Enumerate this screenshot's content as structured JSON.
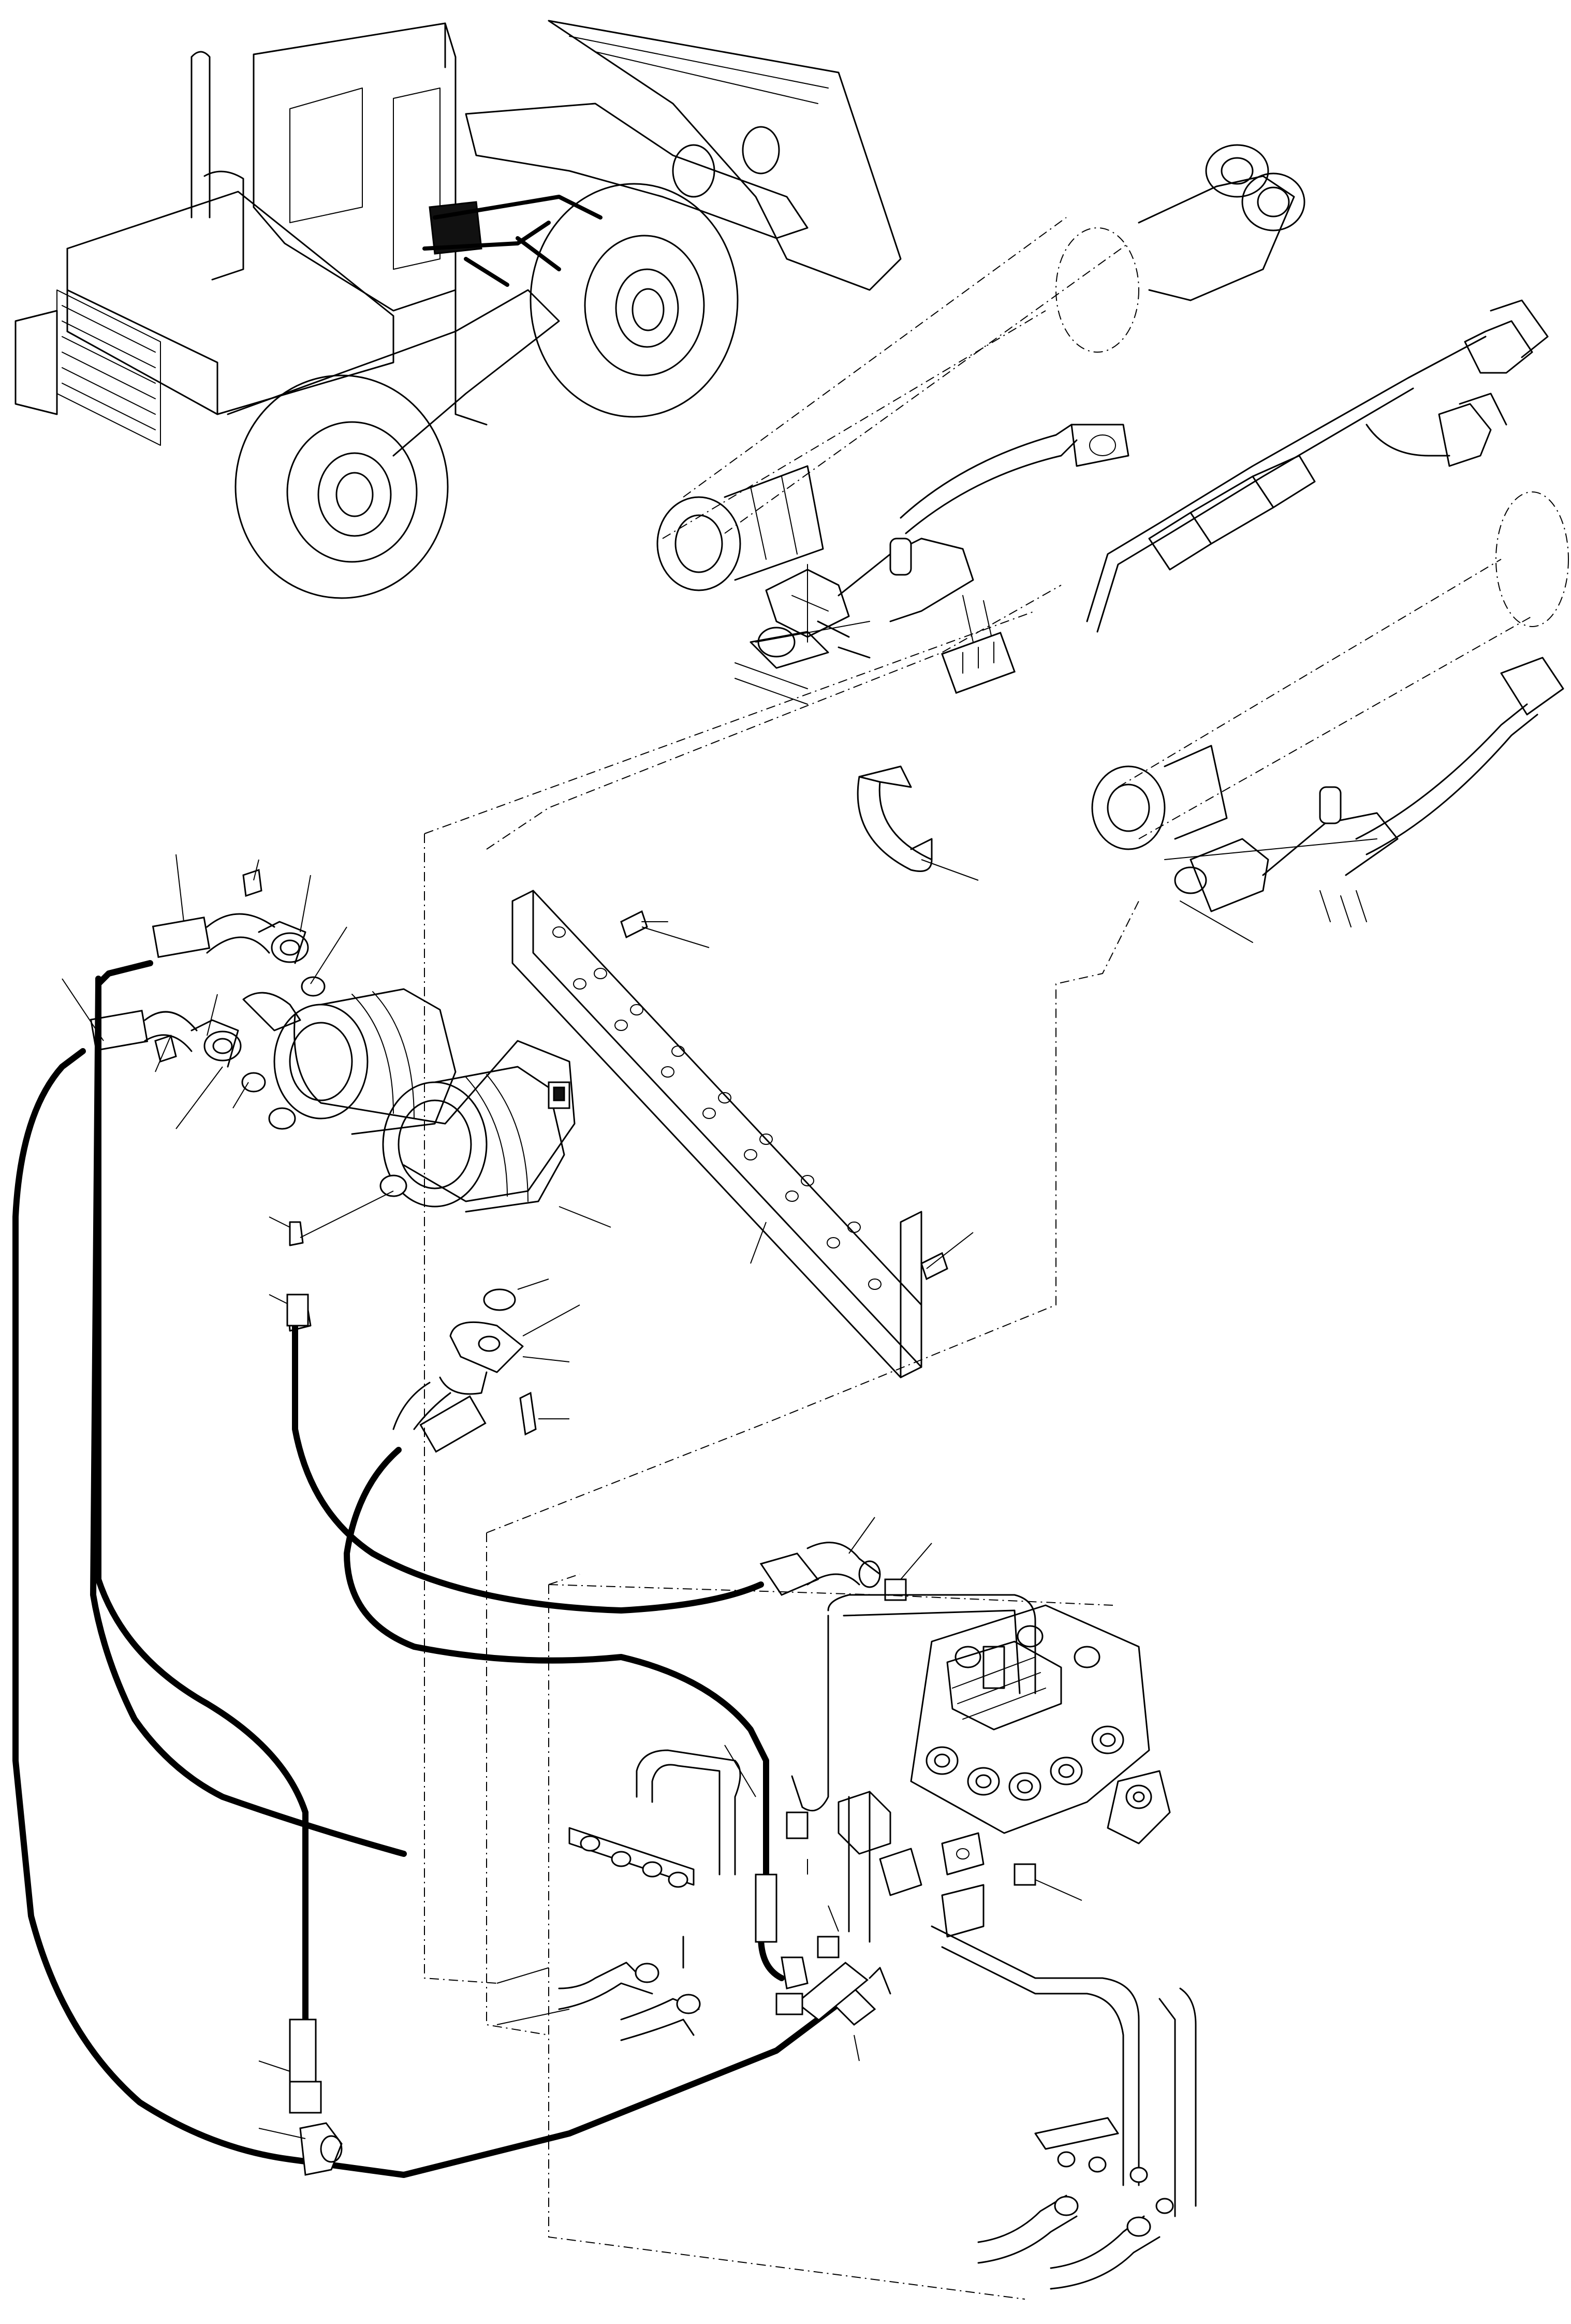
{
  "figure": {
    "kind": "exploded-parts-diagram",
    "colors": {
      "line": "#000000",
      "background": "#ffffff",
      "highlight": "#000000"
    },
    "components": [
      {
        "id": "loader-overview",
        "icon": "wheel-loader-icon"
      },
      {
        "id": "lift-cylinder-left",
        "icon": "hydraulic-cylinder-icon"
      },
      {
        "id": "lift-cylinder-right",
        "icon": "hydraulic-cylinder-icon"
      },
      {
        "id": "tilt-cylinder",
        "icon": "hydraulic-cylinder-icon"
      },
      {
        "id": "position-sensor",
        "icon": "sensor-cable-icon"
      },
      {
        "id": "hose-clamp",
        "icon": "clamp-icon"
      },
      {
        "id": "mounting-bracket",
        "icon": "bracket-icon"
      },
      {
        "id": "accumulators",
        "icon": "accumulator-icon"
      },
      {
        "id": "control-valve",
        "icon": "valve-block-icon"
      },
      {
        "id": "hydraulic-hoses",
        "icon": "hose-icon"
      }
    ]
  }
}
